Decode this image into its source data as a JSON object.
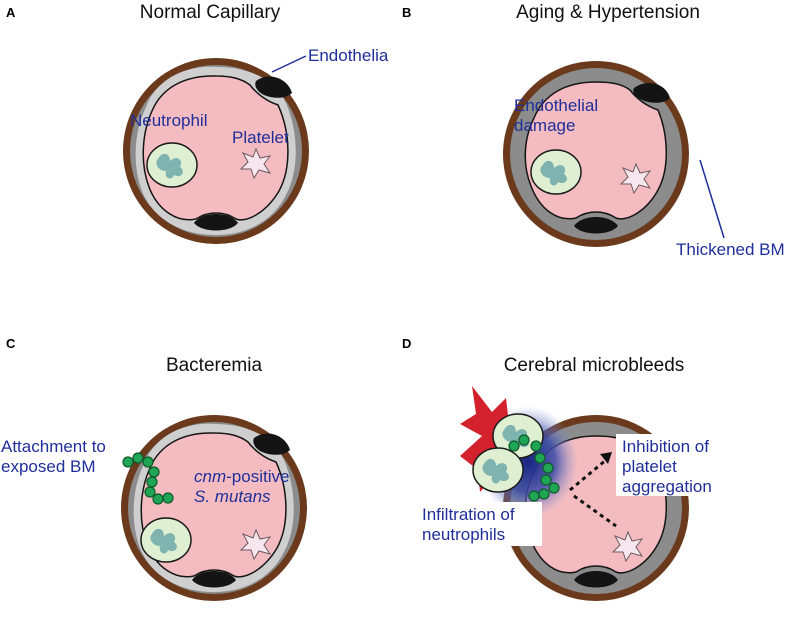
{
  "panels": {
    "a": {
      "letter": "A",
      "title": "Normal Capillary",
      "labels": {
        "endothelia": "Endothelia",
        "neutrophil": "Neutrophil",
        "platelet": "Platelet"
      }
    },
    "b": {
      "letter": "B",
      "title": "Aging & Hypertension",
      "labels": {
        "damage_line1": "Endothelial",
        "damage_line2": "damage",
        "bm": "Thickened BM"
      }
    },
    "c": {
      "letter": "C",
      "title": "Bacteremia",
      "labels": {
        "attach_line1": "Attachment to",
        "attach_line2": "exposed BM",
        "cnm_italic": "cnm",
        "cnm_rest": "-positive",
        "species": "S. mutans"
      }
    },
    "d": {
      "letter": "D",
      "title": "Cerebral microbleeds",
      "labels": {
        "inhibit_line1": "Inhibition of",
        "inhibit_line2": "platelet",
        "inhibit_line3": "aggregation",
        "infil_line1": "Infiltration of",
        "infil_line2": "neutrophils"
      }
    }
  },
  "colors": {
    "wall_brown": "#6b3a1c",
    "basement_gray": "#8c8c8c",
    "endothelium_light": "#cfcfcf",
    "lumen_pink": "#f4bcc0",
    "nucleus_black": "#141414",
    "neutrophil_fill": "#dff0d2",
    "neutrophil_nucleus": "#7fb3b0",
    "platelet_fill": "#f8e6ee",
    "bacteria_green": "#1fa554",
    "bleed_red": "#d3222e",
    "bleed_blue": "#3b4aa8",
    "label_blue": "#1f2f9a"
  },
  "icons": [
    "neutrophil-icon",
    "platelet-icon",
    "bacteria-chain-icon",
    "blood-burst-icon",
    "arrow-icon"
  ]
}
